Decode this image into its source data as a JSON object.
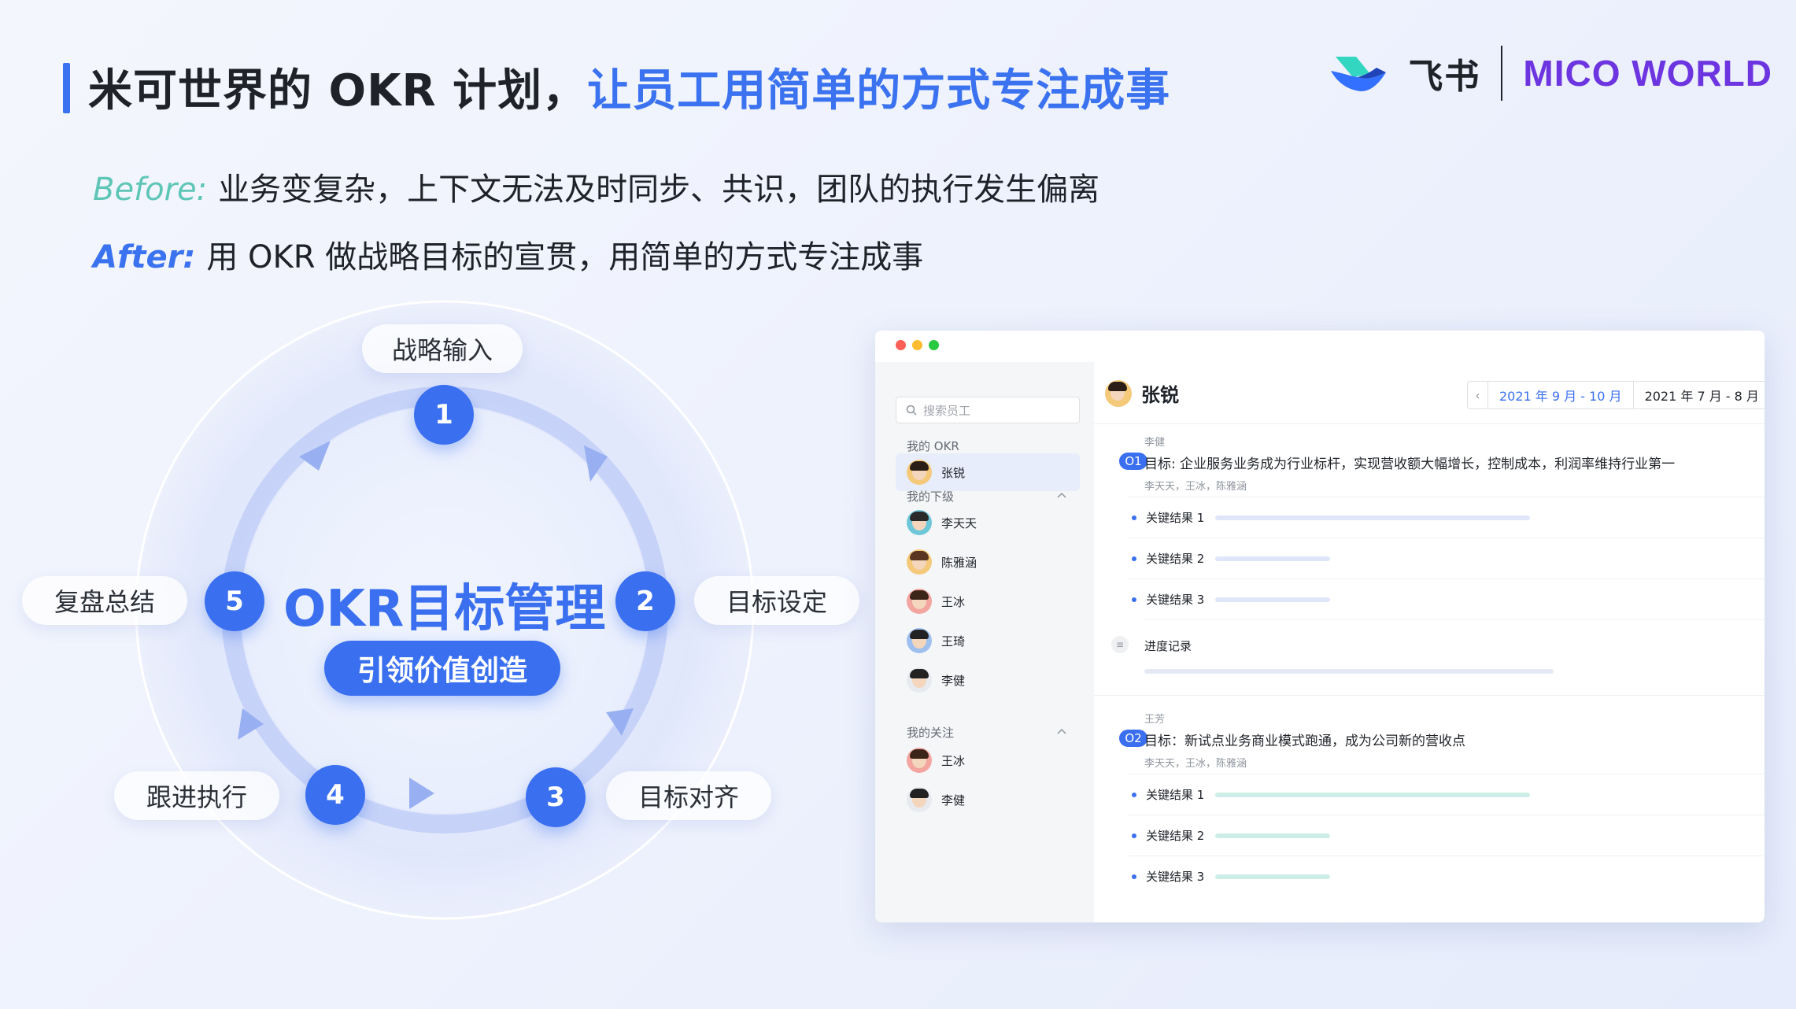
{
  "header": {
    "title_part1": "米可世界的 OKR 计划，",
    "title_part2": "让员工用简单的方式专注成事",
    "feishu_text": "飞书",
    "mico_text": "MICO WORLD"
  },
  "before": {
    "label": "Before:",
    "text": "业务变复杂，上下文无法及时同步、共识，团队的执行发生偏离"
  },
  "after": {
    "label": "After:",
    "text": "用 OKR 做战略目标的宣贯，用简单的方式专注成事"
  },
  "cycle": {
    "center_title": "OKR目标管理",
    "center_button": "引领价值创造",
    "steps": [
      {
        "num": "1",
        "label": "战略输入"
      },
      {
        "num": "2",
        "label": "目标设定"
      },
      {
        "num": "3",
        "label": "目标对齐"
      },
      {
        "num": "4",
        "label": "跟进执行"
      },
      {
        "num": "5",
        "label": "复盘总结"
      }
    ]
  },
  "app": {
    "search_placeholder": "搜索员工",
    "my_okr_label": "我的 OKR",
    "my_okr_person": "张锐",
    "subordinates_label": "我的下级",
    "subordinates": [
      "李天天",
      "陈雅涵",
      "王冰",
      "王琦",
      "李健"
    ],
    "following_label": "我的关注",
    "following": [
      "王冰",
      "李健"
    ],
    "current_user": "张锐",
    "period_active": "2021 年 9 月 - 10 月",
    "period_other": "2021 年 7 月 - 8 月",
    "objectives": [
      {
        "badge": "O1",
        "owner": "李健",
        "text": "目标: 企业服务业务成为行业标杆，实现营收额大幅增长，控制成本，利润率维持行业第一",
        "collaborators": "李天天，王冰，陈雅涵",
        "krs": [
          {
            "label": "关键结果 1",
            "progress": 0.85
          },
          {
            "label": "关键结果 2",
            "progress": 0.31
          },
          {
            "label": "关键结果 3",
            "progress": 0.31
          }
        ],
        "progress_record": "进度记录"
      },
      {
        "badge": "O2",
        "owner": "王芳",
        "text": "目标：新试点业务商业模式跑通，成为公司新的营收点",
        "collaborators": "李天天，王冰，陈雅涵",
        "krs": [
          {
            "label": "关键结果 1",
            "progress": 0.85
          },
          {
            "label": "关键结果 2",
            "progress": 0.31
          },
          {
            "label": "关键结果 3",
            "progress": 0.31
          }
        ]
      }
    ]
  },
  "colors": {
    "accent": "#3a6ff0",
    "mico": "#6d35e0",
    "before": "#5ec6b6"
  }
}
